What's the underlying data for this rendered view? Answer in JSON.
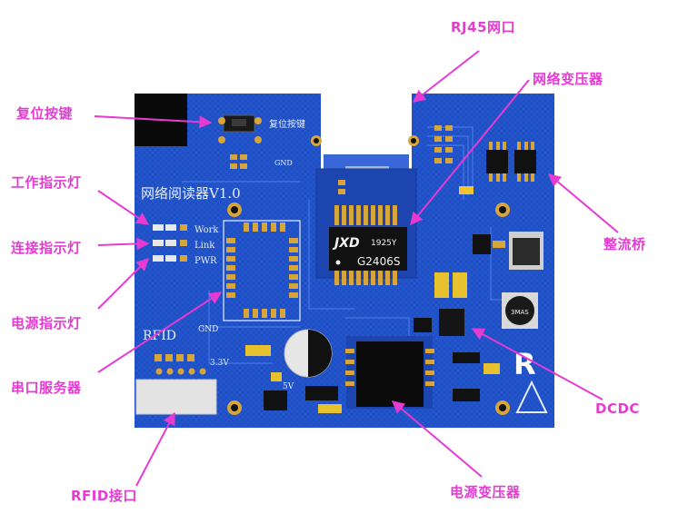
{
  "labels": {
    "rj45": "RJ45网口",
    "net_transformer": "网络变压器",
    "reset_key": "复位按键",
    "work_led": "工作指示灯",
    "link_led": "连接指示灯",
    "power_led": "电源指示灯",
    "serial_server": "串口服务器",
    "rfid_port": "RFID接口",
    "rectifier": "整流桥",
    "dcdc": "DCDC",
    "power_transformer": "电源变压器"
  },
  "board": {
    "title": "网络阅读器V1.0",
    "reset_silk": "复位按键",
    "gnd_top": "GND",
    "gnd_mid": "GND",
    "led_work": "Work",
    "led_link": "Link",
    "led_pwr": "PWR",
    "rfid_silk": "RFID",
    "v33": "3.3V",
    "v5": "5V",
    "chip_brand": "JXD",
    "chip_code": "1925Y",
    "chip_model": "G2406S",
    "cap_text": "3MAS",
    "r_logo": "R"
  },
  "colors": {
    "label": "#e53bd3",
    "board": "#1f4fc4",
    "mask_edge": "#0a0a0a"
  }
}
